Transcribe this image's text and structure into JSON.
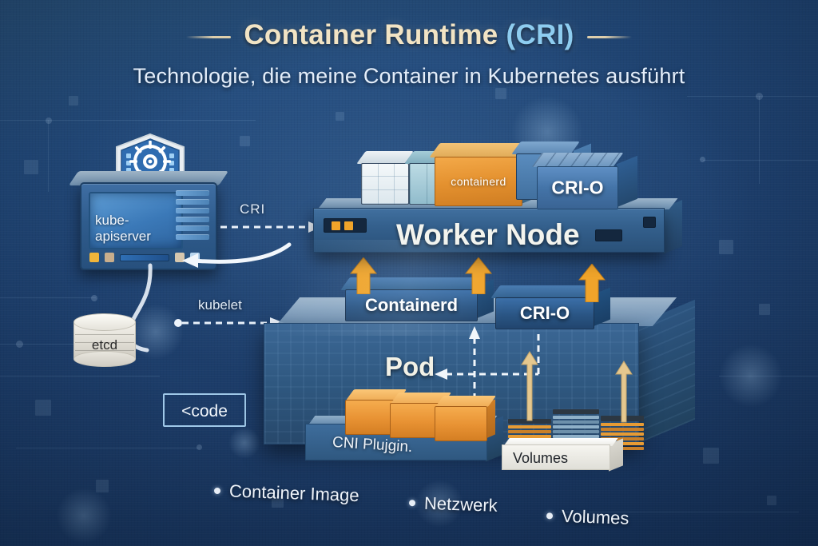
{
  "header": {
    "title_main": "Container Runtime",
    "title_accent": "(CRI)",
    "subtitle": "Technologie, die meine Container in Kubernetes ausführt",
    "title_color": "#f2e4c4",
    "accent_color": "#8ecdf0"
  },
  "diagram": {
    "control_plane": {
      "apiserver_label": "kube-apiserver",
      "etcd_label": "etcd",
      "k8s_logo_name": "kubernetes-helm-logo"
    },
    "connections": [
      {
        "label": "CRI",
        "style": "dashed",
        "direction": "right"
      },
      {
        "label": "kubelet",
        "style": "dashed",
        "direction": "right"
      }
    ],
    "worker_node": {
      "label": "Worker Node",
      "containers": [
        {
          "label": "",
          "color": "#e8eef2",
          "name": "generic-container"
        },
        {
          "label": "containerd",
          "color": "#e89233",
          "name": "containerd-container"
        },
        {
          "label": "CRI-O",
          "color": "#3f6fb4",
          "name": "cri-o-container"
        }
      ]
    },
    "runtimes": [
      {
        "label": "Containerd",
        "color": "#2f5f97"
      },
      {
        "label": "CRI-O",
        "color": "#2f5f97"
      }
    ],
    "pod": {
      "label": "Pod",
      "cni_label": "CNI Plujgin.",
      "volumes_label": "Volumes",
      "container_count": 3
    },
    "code_box": {
      "label": "<code"
    }
  },
  "footer": {
    "bullets": [
      {
        "label": "Container Image"
      },
      {
        "label": "Netzwerk"
      },
      {
        "label": "Volumes"
      }
    ]
  },
  "colors": {
    "background_deep": "#16325a",
    "background_mid": "#2b557f",
    "orange": "#e89233",
    "steel_blue": "#34608d",
    "cream": "#f2e4c4"
  }
}
